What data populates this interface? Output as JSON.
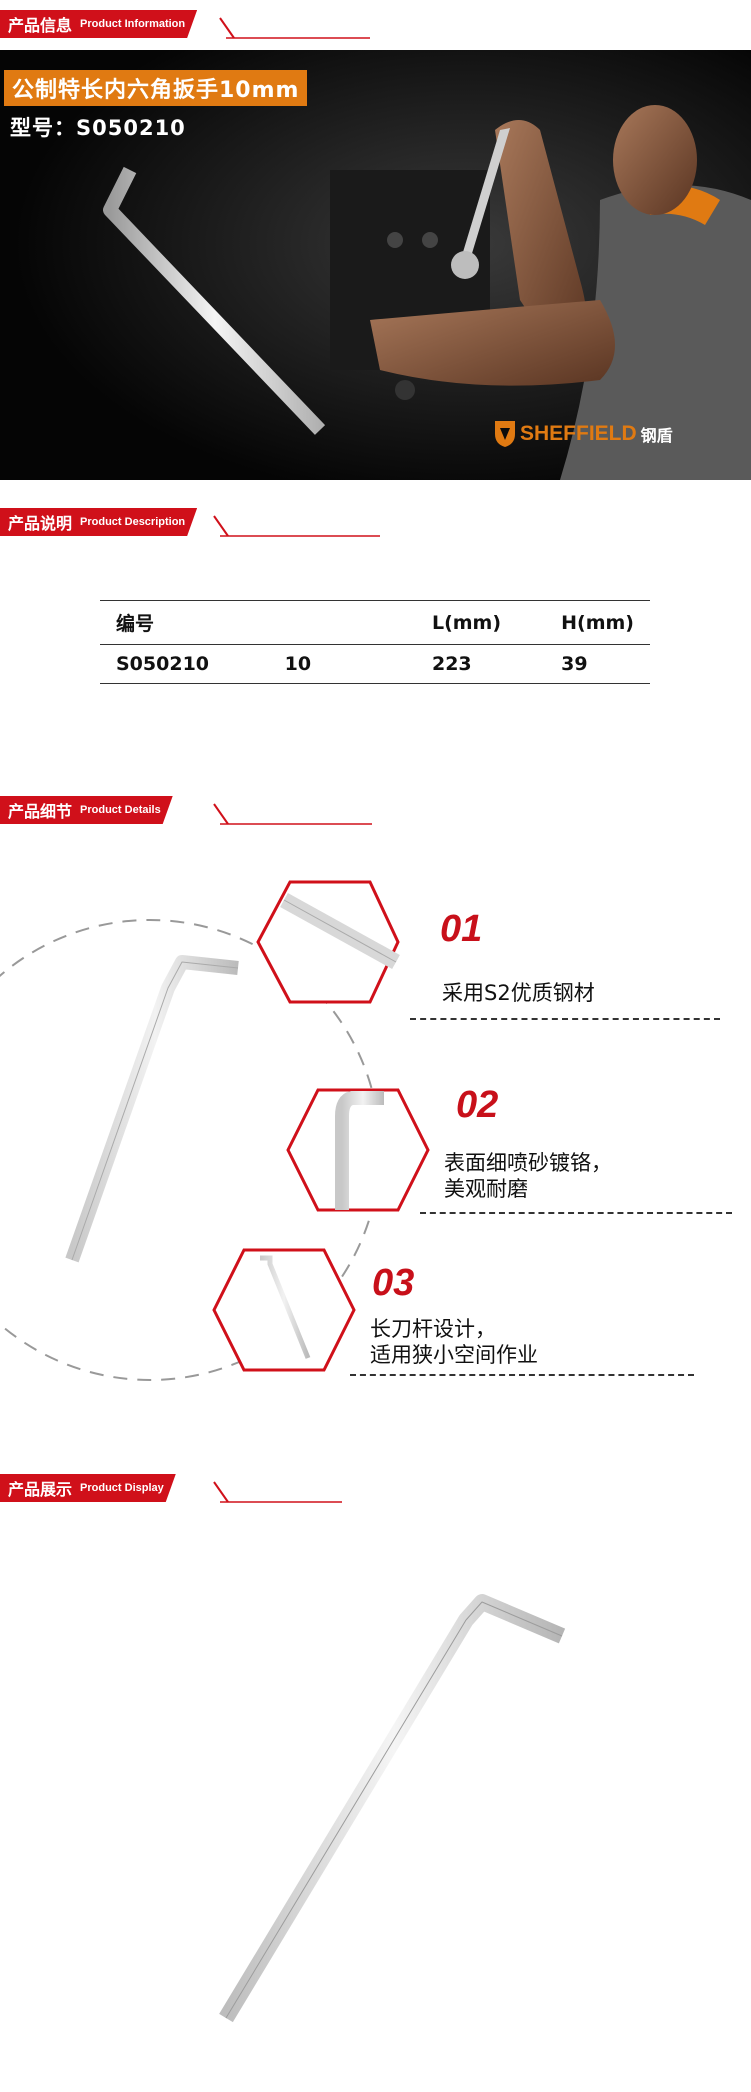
{
  "sections": {
    "info": {
      "cn": "产品信息",
      "en": "Product Information"
    },
    "description": {
      "cn": "产品说明",
      "en": "Product Description"
    },
    "details": {
      "cn": "产品细节",
      "en": "Product Details"
    },
    "display": {
      "cn": "产品展示",
      "en": "Product Display"
    }
  },
  "banner": {
    "title": "公制特长内六角扳手10mm",
    "model": "型号：S050210",
    "brand": "SHEFFIELD",
    "brand_cn": "钢盾"
  },
  "spec_table": {
    "headers": [
      "编号",
      "",
      "L(mm)",
      "H(mm)"
    ],
    "rows": [
      [
        "S050210",
        "10",
        "223",
        "39"
      ]
    ]
  },
  "features": [
    {
      "num": "01",
      "line1": "采用S2优质钢材",
      "line2": ""
    },
    {
      "num": "02",
      "line1": "表面细喷砂镀铬，",
      "line2": "美观耐磨"
    },
    {
      "num": "03",
      "line1": "长刀杆设计，",
      "line2": "适用狭小空间作业"
    }
  ],
  "colors": {
    "accent": "#d0101a",
    "brand_orange": "#e07a12"
  }
}
